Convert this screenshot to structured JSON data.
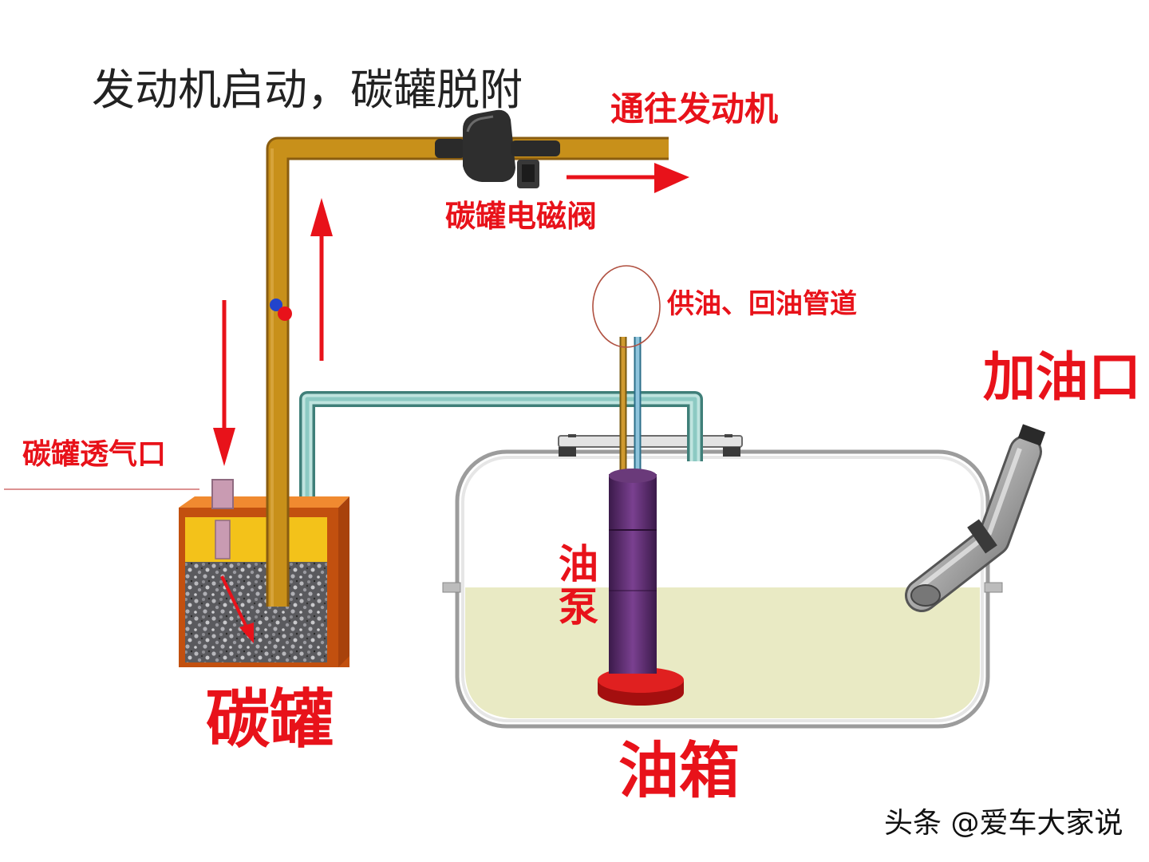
{
  "title": "发动机启动，碳罐脱附",
  "labels": {
    "to_engine": "通往发动机",
    "purge_valve": "碳罐电磁阀",
    "supply_return_lines": "供油、回油管道",
    "filler_neck": "加油口",
    "canister_vent": "碳罐透气口",
    "fuel_pump": "油泵",
    "canister": "碳罐",
    "fuel_tank": "油箱"
  },
  "watermark": "头条 @爱车大家说",
  "colors": {
    "label_red": "#e8121a",
    "pipe_brown": "#c8901a",
    "pipe_teal": "#5aa8a0",
    "canister_orange": "#e06a12",
    "canister_yellow": "#f3c21a",
    "pump_purple": "#5a2a6a",
    "fuel_liquid": "#e9eac4"
  }
}
